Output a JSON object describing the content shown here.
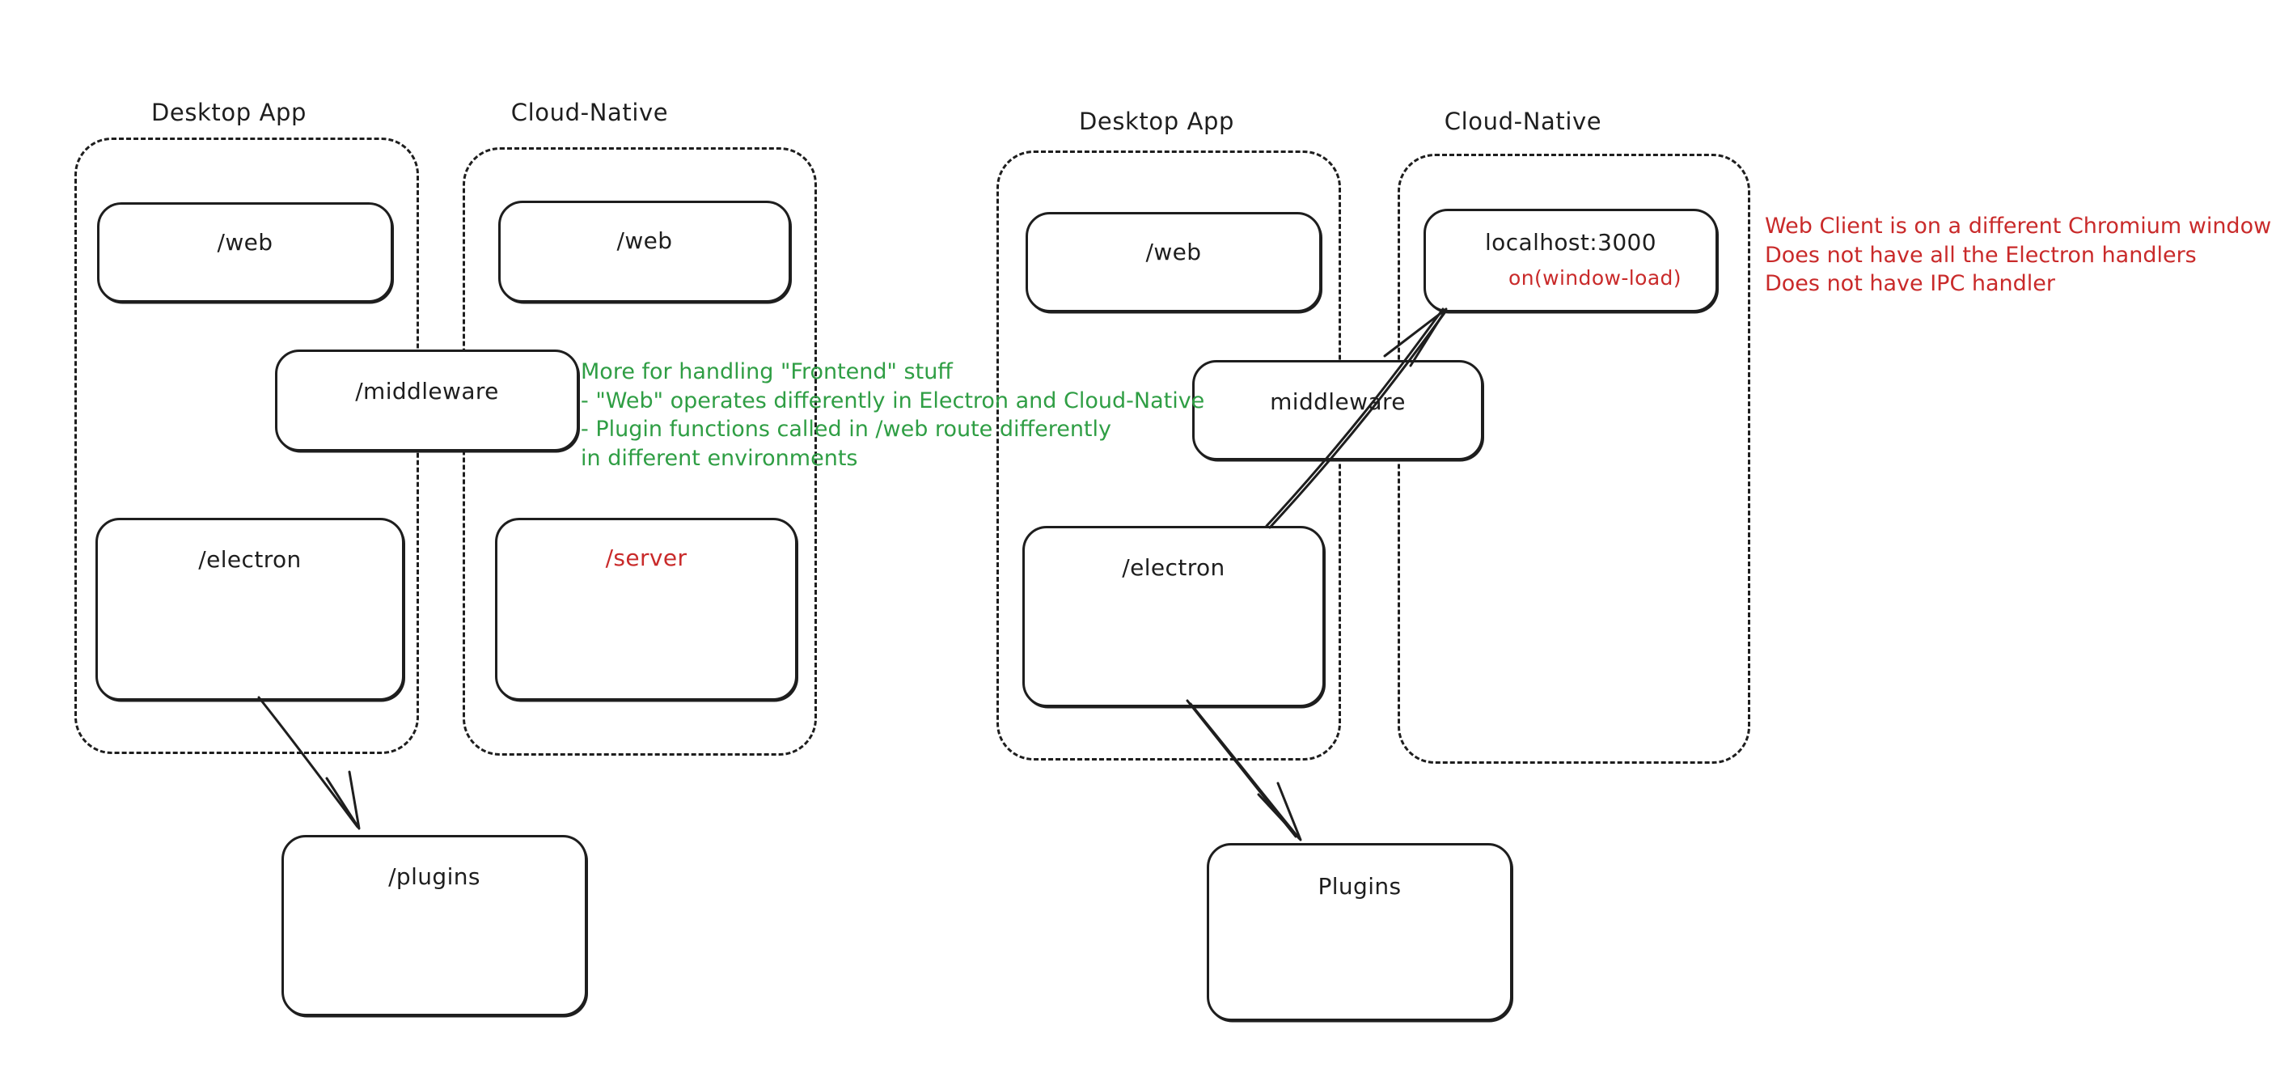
{
  "diagram": {
    "title": "Electron vs Cloud-Native architecture comparison",
    "colors": {
      "stroke": "#1e1e1e",
      "green": "#2f9e44",
      "red": "#c92a2a",
      "background": "#ffffff"
    },
    "panels": [
      {
        "id": "left",
        "groups": [
          {
            "id": "left-desktop",
            "label": "Desktop App"
          },
          {
            "id": "left-cloud",
            "label": "Cloud-Native"
          }
        ],
        "nodes": [
          {
            "id": "left-desktop-web",
            "label": "/web",
            "color": "black"
          },
          {
            "id": "left-cloud-web",
            "label": "/web",
            "color": "black"
          },
          {
            "id": "left-middleware",
            "label": "/middleware",
            "color": "black"
          },
          {
            "id": "left-electron",
            "label": "/electron",
            "color": "black"
          },
          {
            "id": "left-server",
            "label": "/server",
            "color": "red"
          },
          {
            "id": "left-plugins",
            "label": "/plugins",
            "color": "black"
          }
        ]
      },
      {
        "id": "right",
        "groups": [
          {
            "id": "right-desktop",
            "label": "Desktop App"
          },
          {
            "id": "right-cloud",
            "label": "Cloud-Native"
          }
        ],
        "nodes": [
          {
            "id": "right-desktop-web",
            "label": "/web",
            "color": "black"
          },
          {
            "id": "right-localhost",
            "label": "localhost:3000",
            "sublabel": "on(window-load)",
            "color": "black",
            "sub_color": "red"
          },
          {
            "id": "right-middleware",
            "label": "middleware",
            "color": "black"
          },
          {
            "id": "right-electron",
            "label": "/electron",
            "color": "black"
          },
          {
            "id": "right-plugins",
            "label": "Plugins",
            "color": "black"
          }
        ]
      }
    ],
    "notes": [
      {
        "id": "green-note",
        "color": "green",
        "lines": [
          "More for handling \"Frontend\" stuff",
          "- \"Web\" operates differently in Electron and Cloud-Native",
          "- Plugin functions called in /web route differently",
          "in different environments"
        ]
      },
      {
        "id": "red-note",
        "color": "red",
        "lines": [
          "Web Client is on a different Chromium window",
          "Does not have all the Electron handlers",
          "Does not have IPC handler"
        ]
      }
    ],
    "arrows": [
      {
        "id": "arrow-left-electron-to-plugins",
        "from": "left-electron",
        "to": "left-plugins"
      },
      {
        "id": "arrow-right-electron-to-plugins",
        "from": "right-electron",
        "to": "right-plugins"
      },
      {
        "id": "arrow-right-electron-to-localhost",
        "from": "right-electron",
        "to": "right-localhost"
      }
    ]
  }
}
